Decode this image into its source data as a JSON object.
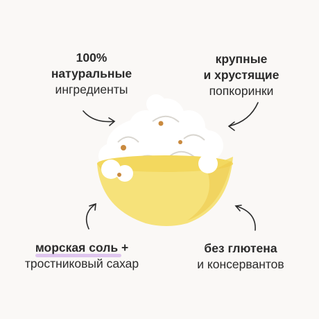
{
  "callouts": {
    "top_left": {
      "line1": "100%",
      "line2": "натуральные",
      "line3": "ингредиенты"
    },
    "top_right": {
      "line1": "крупные",
      "line2": "и хрустящие",
      "line3": "попкоринки"
    },
    "bottom_left": {
      "line1": "морская соль +",
      "line2": "тростниковый сахар"
    },
    "bottom_right": {
      "line1": "без глютена",
      "line2": "и консервантов"
    }
  },
  "colors": {
    "background": "#faf8f6",
    "text": "#2b2b2b",
    "bowl": "#f6e27a",
    "bowl_shadow": "#ecc94b",
    "popcorn": "#ffffff",
    "popcorn_shade": "#d9d6d0",
    "kernel": "#c98a3f",
    "underline_accent": "#c79be8"
  },
  "icons": [
    "arrow-icon",
    "popcorn-bowl-illustration"
  ]
}
